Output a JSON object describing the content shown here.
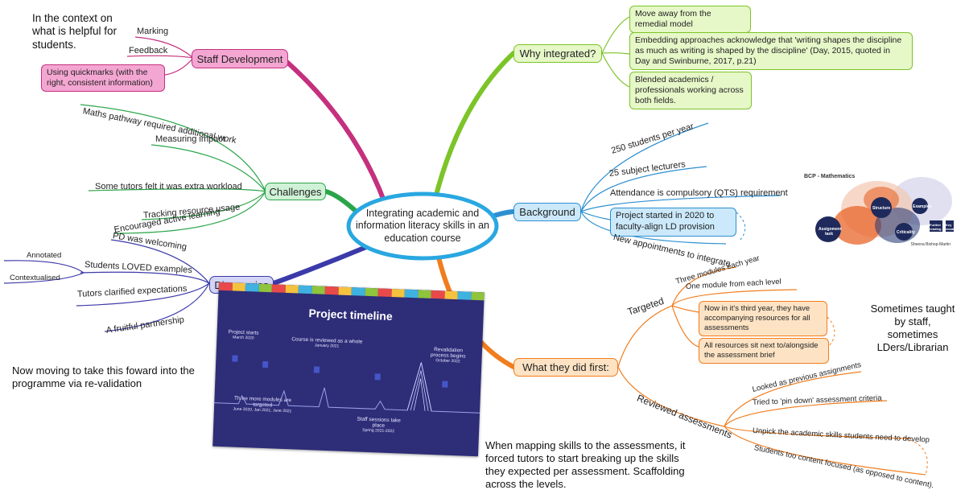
{
  "central_topic": "Integrating academic and information literacy skills in an education course",
  "colors": {
    "staff": "#c5307e",
    "staff_fill": "#f4a6d2",
    "why": "#7cc428",
    "why_fill": "#e6f7c8",
    "background": "#2d8fd0",
    "background_fill": "#cbe9fb",
    "challenges": "#2ba54a",
    "challenges_fill": "#cff2d6",
    "discoveries": "#3b3aa8",
    "discoveries_fill": "#d4d5f6",
    "first": "#f07d1e",
    "first_fill": "#fde3c4",
    "center_ring": "#29a7e1"
  },
  "notes": {
    "context": "In the context on what is helpful for students.",
    "moving": "Now moving to take this foward into the programme via re-validation",
    "mapping": "When mapping skills to the assessments, it forced tutors to start breaking up the skills they expected per assessment. Scaffolding across the levels.",
    "sometimes": "Sometimes taught by staff, sometimes LDers/Librarian"
  },
  "staff_development": {
    "label": "Staff Development",
    "marking": "Marking",
    "feedback": "Feedback",
    "quickmarks": "Using quickmarks (with the right, consistent information)"
  },
  "why_integrated": {
    "label": "Why integrated?",
    "items": [
      "Move away from the remedial model",
      "Embedding approaches acknowledge that 'writing shapes the discipline as much as writing is shaped by the discipline' (Day, 2015, quoted in Day and Swinburne, 2017, p.21)",
      "Blended academics / professionals working across both fields."
    ]
  },
  "challenges": {
    "label": "Challenges",
    "items": [
      "Maths pathway required additional work",
      "Measuring impact",
      "Some tutors felt it was extra workload",
      "Tracking resource usage",
      "Encouraged active learning"
    ]
  },
  "background": {
    "label": "Background",
    "items": [
      "250 students per year",
      "25 subject lecturers",
      "Attendance is compulsory (QTS) requirement",
      "Project started in 2020 to faculty-align LD provision",
      "New appointments to integrate"
    ]
  },
  "discoveries": {
    "label": "Discoveries",
    "pd": "PD was welcoming",
    "examples": "Students LOVED examples",
    "annotated": "Annotated",
    "contextualised": "Contextualised",
    "tutors": "Tutors clarified expectations",
    "partnership": "A fruitful partnership"
  },
  "what_first": {
    "label": "What they did first:",
    "targeted": "Targeted",
    "three_modules": "Three modules each year",
    "one_module": "One module from each level",
    "third_year": "Now in it's third year, they have accompanying resources for all assessments",
    "resources": "All resources sit next to/alongside the assessment brief",
    "reviewed": "Reviewed assessments",
    "looked": "Looked as previous assignments",
    "pin": "Tried to 'pin down' assessment criteria",
    "unpick": "Unpick the academic skills students need to develop",
    "content": "Students too content focused (as opposed to content)."
  },
  "timeline_image": {
    "title": "Project timeline",
    "start": "Project starts",
    "start_date": "March 2020",
    "reviewed": "Course is reviewed as a whole",
    "reviewed_date": "January 2021",
    "revalidation": "Revalidation process begins",
    "revalidation_date": "October 2022",
    "three_more": "Three more modules are targeted",
    "three_more_date": "June 2020, Jan 2021, June 2021",
    "sessions": "Staff sessions take place",
    "sessions_date": "Spring 2021-2022"
  },
  "bcp_image": {
    "title": "BCP - Mathematics",
    "structure": "Structure",
    "examples": "Examples",
    "assignment": "Assignment task",
    "criticality": "Criticality",
    "further": "Further reading",
    "glossary": "Key vocabulary",
    "author": "Sheena Bishop-Martin"
  }
}
